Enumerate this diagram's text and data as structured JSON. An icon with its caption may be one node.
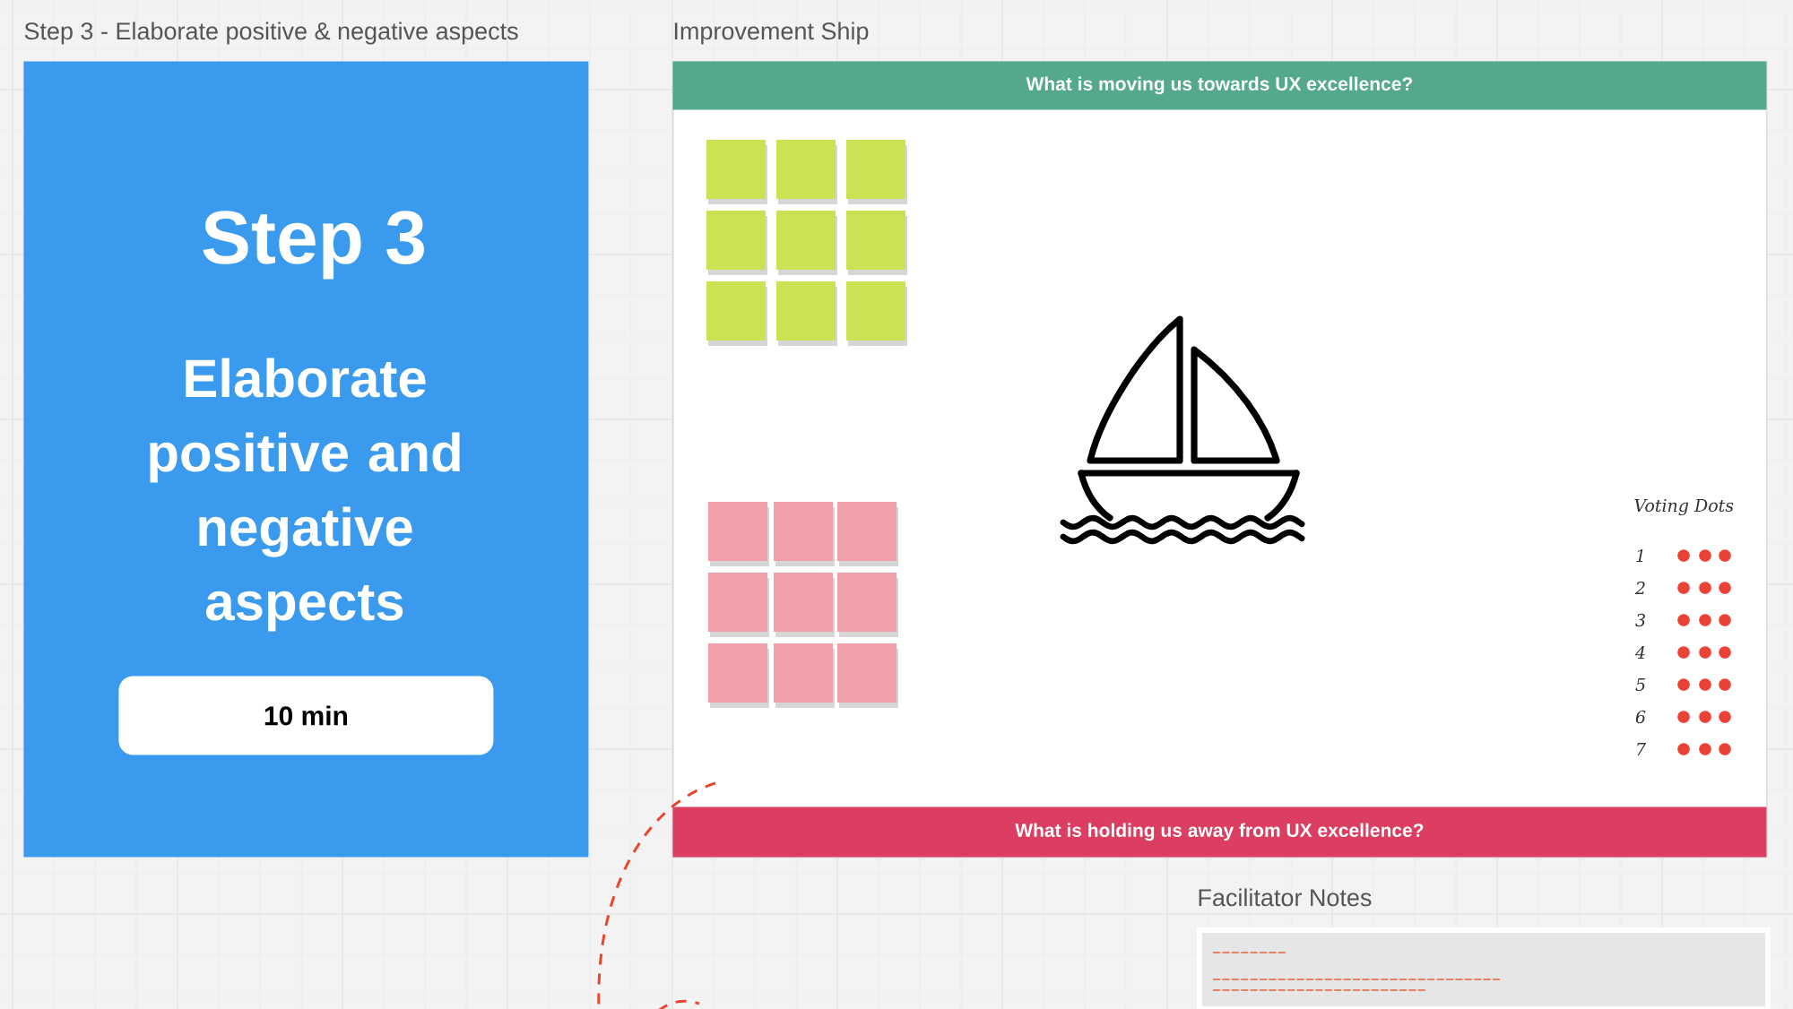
{
  "diagram": {
    "nodes": [
      {
        "text": [
          "Step 3 - Elaborate positive & negative aspects",
          "Step 3",
          "Elaborate positive and negative aspects"
        ]
      },
      {
        "text": [
          "10 min"
        ],
        "in": 0
      },
      {
        "text": [
          "Improvement Ship"
        ]
      },
      {
        "text": [
          "What is moving us towards UX excellence?"
        ],
        "in": 2
      },
      {
        "text": [
          "What is holding us away from UX excellence?"
        ],
        "in": 2
      },
      {
        "text": [
          "Facilitator Notes"
        ]
      }
    ],
    "labels": [
      "Voting Dots",
      "1",
      "2",
      "3",
      "4",
      "5",
      "6",
      "7"
    ]
  }
}
